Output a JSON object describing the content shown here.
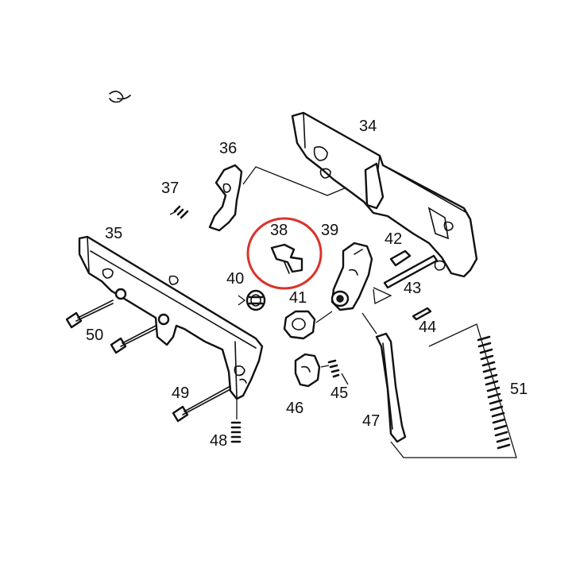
{
  "diagram": {
    "part_numbers": {
      "p34": "34",
      "p35": "35",
      "p36": "36",
      "p37": "37",
      "p38": "38",
      "p39": "39",
      "p40": "40",
      "p41": "41",
      "p42": "42",
      "p43": "43",
      "p44": "44",
      "p45": "45",
      "p46": "46",
      "p47": "47",
      "p48": "48",
      "p49": "49",
      "p50": "50",
      "p51": "51"
    },
    "highlight": {
      "part": "38",
      "color": "#d9332b"
    }
  }
}
